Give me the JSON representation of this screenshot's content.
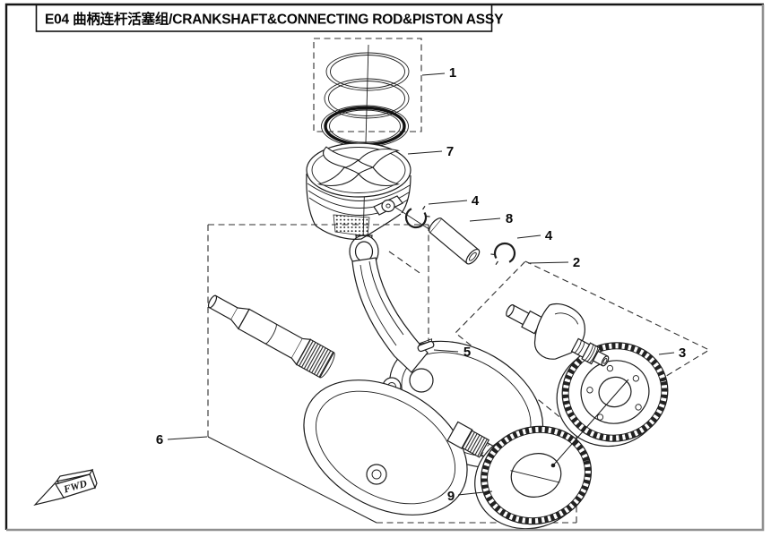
{
  "page": {
    "title": "E04 曲柄连杆活塞组/CRANKSHAFT&CONNECTING ROD&PISTON ASSY"
  },
  "direction_marker": {
    "label": "FWD"
  },
  "colors": {
    "ink": "#1c1c1c",
    "background": "#ffffff",
    "border_dark": "#161616",
    "border_light": "#8f8f8f"
  },
  "callouts": [
    {
      "number": "1",
      "target": "piston-ring-set"
    },
    {
      "number": "7",
      "target": "piston"
    },
    {
      "number": "4",
      "target": "piston-pin-circlip-upper"
    },
    {
      "number": "8",
      "target": "piston-pin"
    },
    {
      "number": "4",
      "target": "piston-pin-circlip-lower"
    },
    {
      "number": "2",
      "target": "balance-shaft-assembly"
    },
    {
      "number": "5",
      "target": "woodruff-key"
    },
    {
      "number": "3",
      "target": "balance-shaft-gear"
    },
    {
      "number": "6",
      "target": "crankshaft-connecting-rod-assembly"
    },
    {
      "number": "9",
      "target": "crankshaft-gear"
    }
  ]
}
